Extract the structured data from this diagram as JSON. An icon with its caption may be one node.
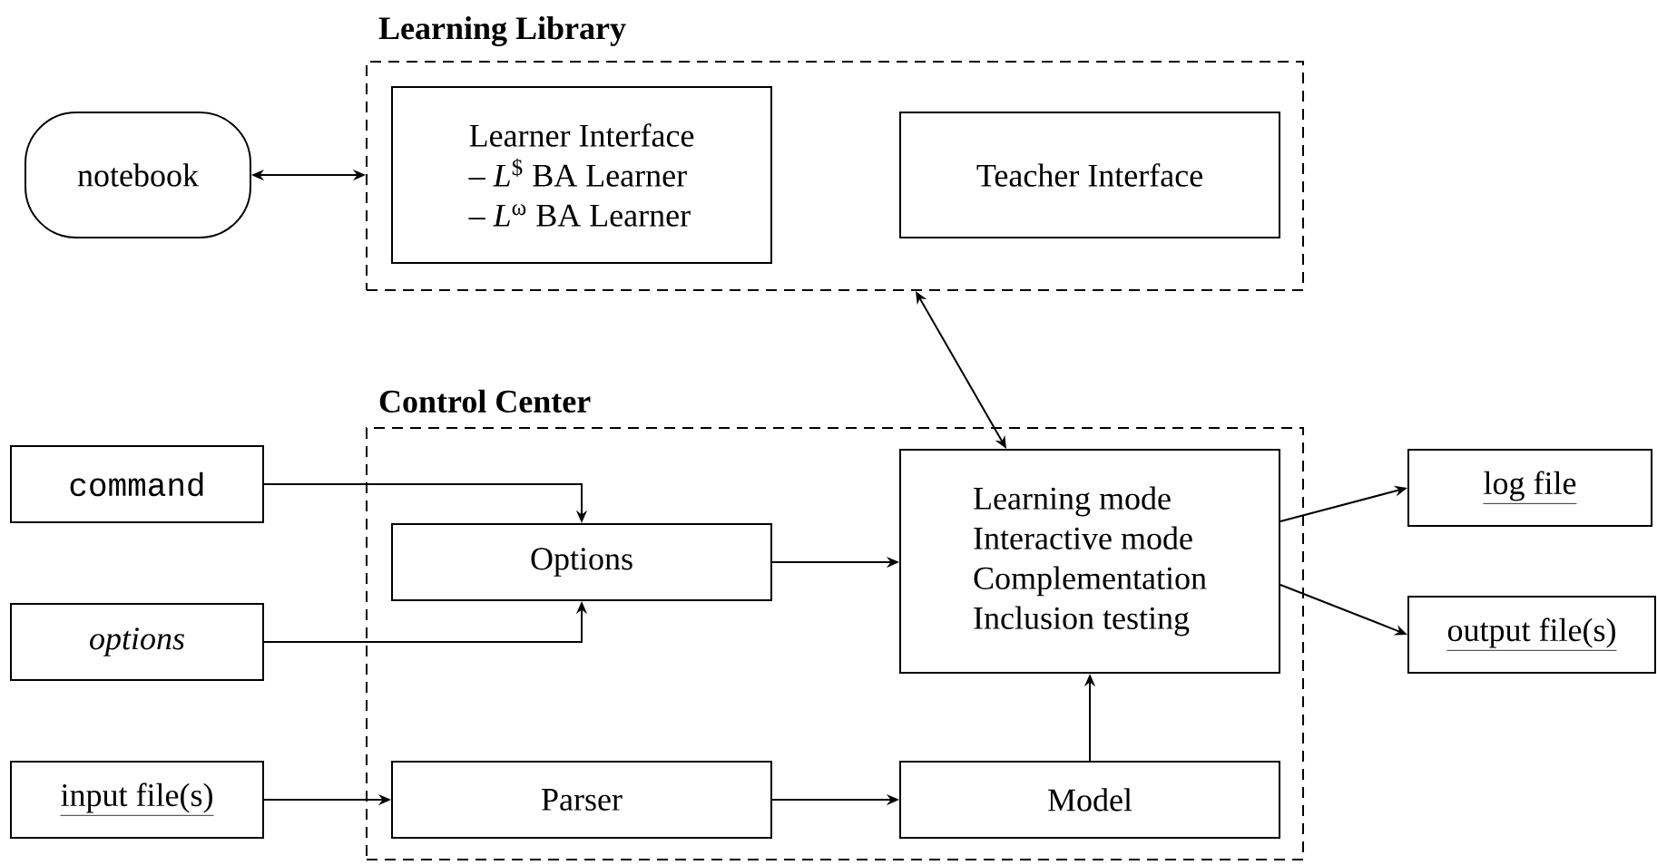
{
  "diagram": {
    "nodes": [
      {
        "text": [
          "Learning Library"
        ]
      },
      {
        "text": [
          "Learner Interface",
          "– *L*$^{$}$ BA Learner",
          "– *L*$^{ω}$ BA Learner"
        ],
        "in": 0
      },
      {
        "text": [
          "Teacher Interface"
        ],
        "in": 0
      },
      {
        "text": [
          "notebook"
        ]
      },
      {
        "text": [
          "Control Center"
        ]
      },
      {
        "text": [
          "command"
        ]
      },
      {
        "text": [
          "Options"
        ],
        "in": 4
      },
      {
        "text": [
          "options"
        ]
      },
      {
        "text": [
          "Learning mode",
          "Interactive mode",
          "Complementation",
          "Inclusion testing"
        ],
        "in": 4
      },
      {
        "text": [
          "log file"
        ]
      },
      {
        "text": [
          "output file(s)"
        ]
      },
      {
        "text": [
          "input file(s)"
        ]
      },
      {
        "text": [
          "Parser"
        ],
        "in": 4
      },
      {
        "text": [
          "Model"
        ],
        "in": 4
      }
    ],
    "edges": [
      {
        "from": 3,
        "to": 0,
        "arrow": "both"
      },
      {
        "from": 8,
        "to": 0,
        "arrow": "both"
      },
      {
        "from": 5,
        "to": 6,
        "arrow": "to"
      },
      {
        "from": 7,
        "to": 6,
        "arrow": "to"
      },
      {
        "from": 6,
        "to": 8,
        "arrow": "to"
      },
      {
        "from": 8,
        "to": 9,
        "arrow": "to"
      },
      {
        "from": 8,
        "to": 10,
        "arrow": "to"
      },
      {
        "from": 11,
        "to": 12,
        "arrow": "to"
      },
      {
        "from": 12,
        "to": 13,
        "arrow": "to"
      },
      {
        "from": 13,
        "to": 8,
        "arrow": "to"
      }
    ]
  }
}
